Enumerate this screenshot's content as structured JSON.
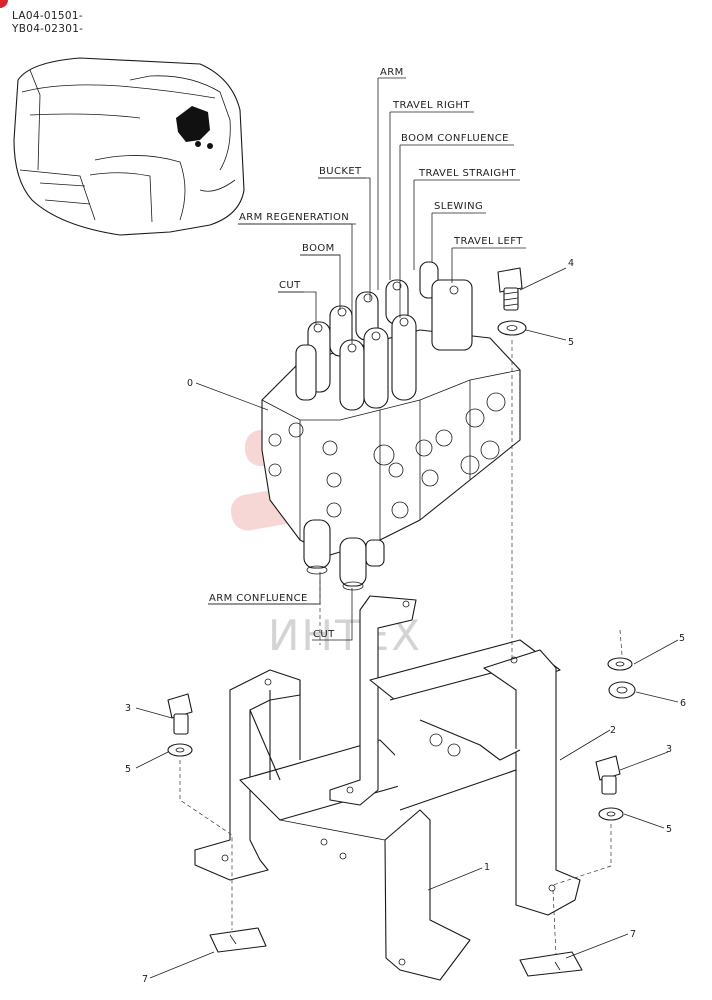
{
  "header": {
    "serial_line_1": "LA04-01501-",
    "serial_line_2": "YB04-02301-"
  },
  "watermark": {
    "text": "ИНТЕХ",
    "color": "#f2b6b6"
  },
  "valve_labels": {
    "arm": "ARM",
    "travel_right": "TRAVEL RIGHT",
    "boom_confluence": "BOOM CONFLUENCE",
    "bucket": "BUCKET",
    "travel_straight": "TRAVEL STRAIGHT",
    "slewing": "SLEWING",
    "arm_regeneration": "ARM REGENERATION",
    "boom": "BOOM",
    "travel_left": "TRAVEL LEFT",
    "cut": "CUT",
    "arm_confluence": "ARM CONFLUENCE",
    "cut_bottom": "CUT"
  },
  "part_numbers": {
    "p0": "0",
    "p1": "1",
    "p2": "2",
    "p3_left": "3",
    "p3_right": "3",
    "p4": "4",
    "p5_top": "5",
    "p5_left": "5",
    "p5_right_a": "5",
    "p5_right_b": "5",
    "p6": "6",
    "p7_left": "7",
    "p7_right": "7"
  }
}
